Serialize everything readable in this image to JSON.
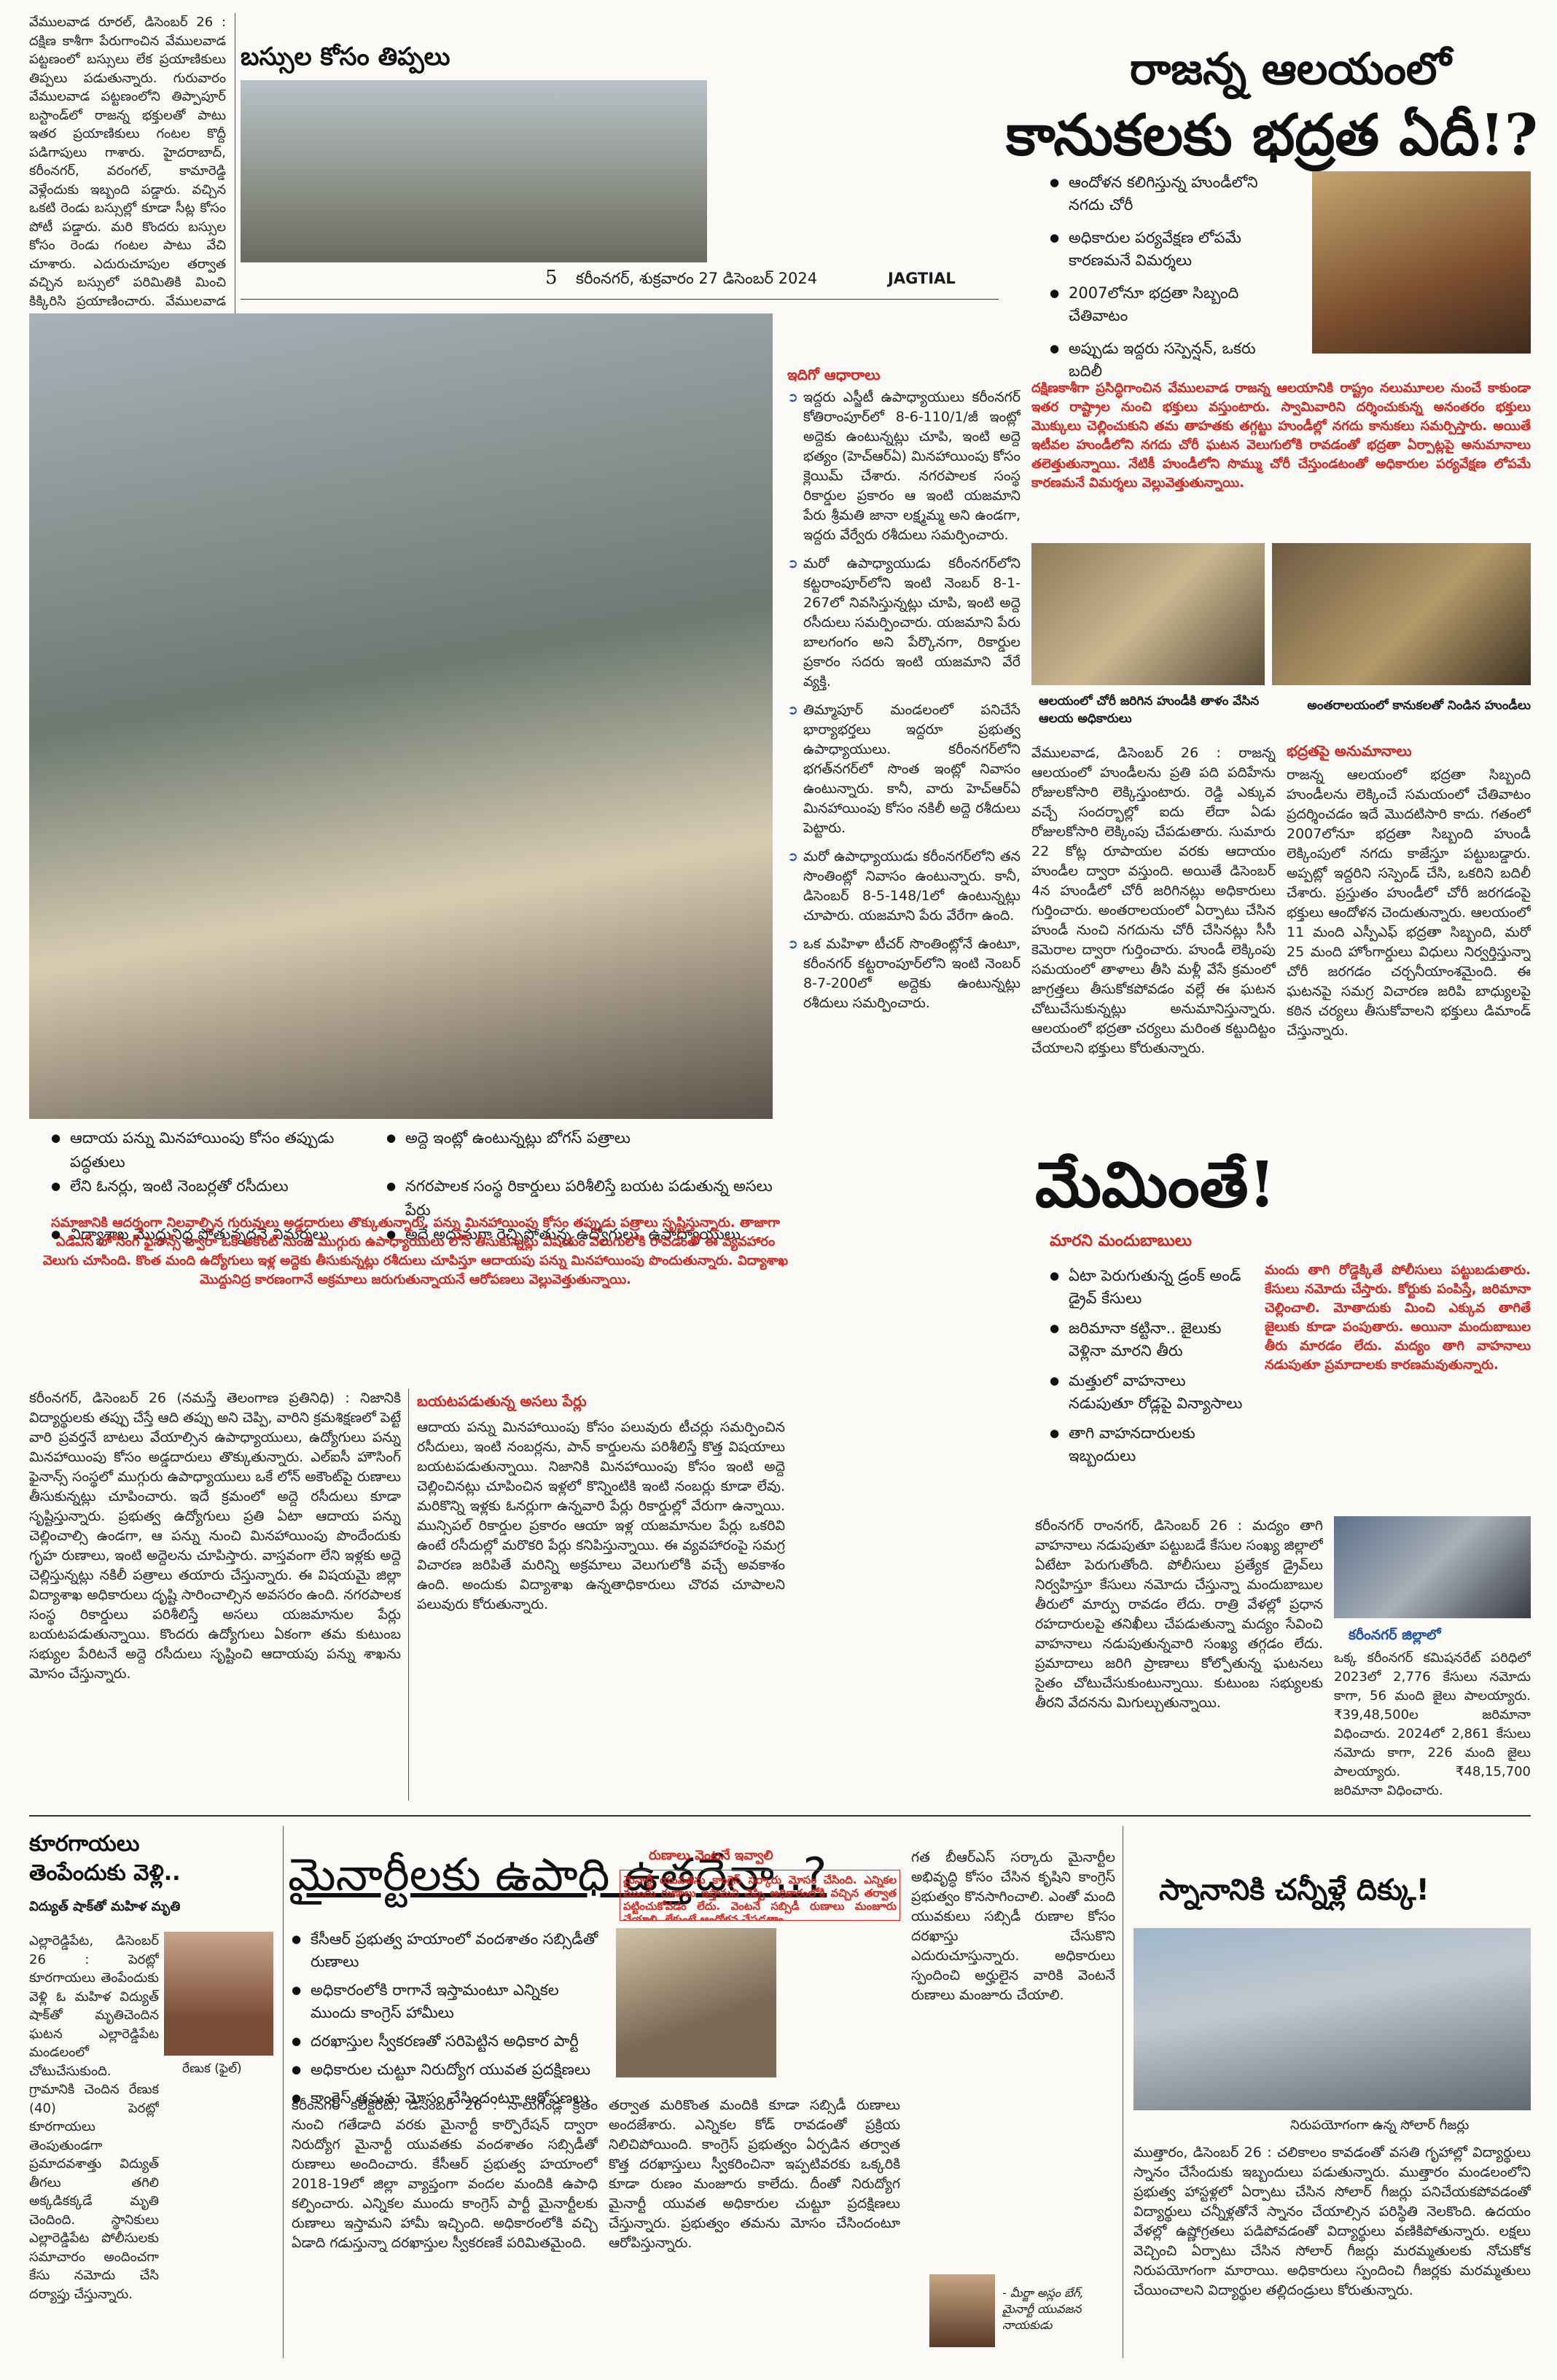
{
  "page_info": {
    "page_no": "5",
    "dateline": "కరీంనగర్, శుక్రవారం 27 డిసెంబర్ 2024",
    "edition": "JAGTIAL"
  },
  "bus_story": {
    "title": "బస్సుల కోసం తిప్పలు",
    "body": "వేములవాడ రూరల్, డిసెంబర్ 26 : దక్షిణ కాశీగా పేరుగాంచిన వేములవాడ పట్టణంలో బస్సులు లేక ప్రయాణికులు తిప్పలు పడుతున్నారు. గురువారం వేములవాడ పట్టణంలోని తిప్పాపూర్ బస్టాండ్‌లో రాజన్న భక్తులతో పాటు ఇతర ప్రయాణికులు గంటల కొద్దీ పడిగాపులు గాశారు. హైదరాబాద్, కరీంనగర్, వరంగల్, కామారెడ్డి వెళ్లేందుకు ఇబ్బంది పడ్డారు. వచ్చిన ఒకటి రెండు బస్సుల్లో కూడా సీట్ల కోసం పోటీ పడ్డారు. మరి కొందరు బస్సుల కోసం రెండు గంటల పాటు వేచి చూశారు. ఎదురుచూపుల తర్వాత వచ్చిన బస్సులో పరిమితికి మించి కిక్కిరిసి ప్రయాణించారు. వేములవాడ రావాలన్నా, పోవాలన్నా ఇబ్బందిగా ఉందని ప్రయాణికులు వాపోయారు."
  },
  "temple_story": {
    "headline_line1": "రాజన్న ఆలయంలో",
    "headline_line2": "కానుకలకు భద్రత ఏదీ!?",
    "bullets": [
      "ఆందోళన కలిగిస్తున్న హుండీలోని నగదు చోరీ",
      "అధికారుల పర్యవేక్షణ లోపమే కారణమనే విమర్శలు",
      "2007లోనూ భద్రతా సిబ్బంది చేతివాటం",
      "అప్పుడు ఇద్దరు సస్పెన్షన్, ఒకరు బదిలీ"
    ],
    "intro": "దక్షిణకాశీగా ప్రసిద్ధిగాంచిన వేములవాడ రాజన్న ఆలయానికి రాష్ట్రం నలుమూలల నుంచే కాకుండా ఇతర రాష్ట్రాల నుంచి భక్తులు వస్తుంటారు. స్వామివారిని దర్శించుకున్న అనంతరం భక్తులు మొక్కులు చెల్లించుకుని తమ తాహతకు తగ్గట్టు హుండీల్లో నగదు కానుకలు సమర్పిస్తారు. అయితే ఇటీవల హుండీలోని నగదు చోరీ ఘటన వెలుగులోకి రావడంతో భద్రతా ఏర్పాట్లపై అనుమానాలు తలెత్తుతున్నాయి. నేటికీ హుండీలోని సొమ్ము చోరీ చేస్తుండటంతో అధికారుల పర్యవేక్షణ లోపమే కారణమనే విమర్శలు వెల్లువెత్తుతున్నాయి.",
    "caption_left": "ఆలయంలో చోరీ జరిగిన హుండీకి తాళం వేసిన ఆలయ అధికారులు",
    "caption_right": "అంతరాలయంలో కానుకలతో నిండిన హుండీలు",
    "body_left": "వేములవాడ, డిసెంబర్ 26 : రాజన్న ఆలయంలో హుండీలను ప్రతి పది పదిహేను రోజులకోసారి లెక్కిస్తుంటారు. రెడ్డి ఎక్కువ వచ్చే సందర్భాల్లో ఐదు లేదా ఏడు రోజులకోసారి లెక్కింపు చేపడుతారు. సుమారు 22 కోట్ల రూపాయల వరకు ఆదాయం హుండీల ద్వారా వస్తుంది. అయితే డిసెంబర్ 4న హుండీలో చోరీ జరిగినట్లు అధికారులు గుర్తించారు. అంతరాలయంలో ఏర్పాటు చేసిన హుండీ నుంచి నగదును చోరీ చేసినట్లు సీసీ కెమెరాల ద్వారా గుర్తించారు. హుండీ లెక్కింపు సమయంలో తాళాలు తీసి మళ్లీ వేసే క్రమంలో జాగ్రత్తలు తీసుకోకపోవడం వల్లే ఈ ఘటన చోటుచేసుకున్నట్లు అనుమానిస్తున్నారు. ఆలయంలో భద్రతా చర్యలు మరింత కట్టుదిట్టం చేయాలని భక్తులు కోరుతున్నారు.",
    "subhead_right": "భద్రతపై అనుమానాలు",
    "body_right": "రాజన్న ఆలయంలో భద్రతా సిబ్బంది హుండీలను లెక్కించే సమయంలో చేతివాటం ప్రదర్శించడం ఇదే మొదటిసారి కాదు. గతంలో 2007లోనూ భద్రతా సిబ్బంది హుండీ లెక్కింపులో నగదు కాజేస్తూ పట్టుబడ్డారు. అప్పట్లో ఇద్దరిని సస్పెండ్ చేసి, ఒకరిని బదిలీ చేశారు. ప్రస్తుతం హుండీలో చోరీ జరగడంపై భక్తులు ఆందోళన చెందుతున్నారు. ఆలయంలో 11 మంది ఎస్పీఎఫ్ భద్రతా సిబ్బంది, మరో 25 మంది హోంగార్డులు విధులు నిర్వర్తిస్తున్నా చోరీ జరగడం చర్చనీయాంశమైంది. ఈ ఘటనపై సమగ్ర విచారణ జరిపి బాధ్యులపై కఠిన చర్యలు తీసుకోవాలని భక్తులు డిమాండ్ చేస్తున్నారు."
  },
  "tax_story": {
    "bullets": [
      "ఆదాయ పన్ను మినహాయింపు కోసం తప్పుడు పద్ధతులు",
      "అద్దె ఇంట్లో ఉంటున్నట్లు బోగస్ పత్రాలు",
      "లేని ఓనర్లు, ఇంటి నెంబర్లతో రసీదులు",
      "నగరపాలక సంస్థ రికార్డులు పరిశీలిస్తే బయట పడుతున్న అసలు పేర్లు",
      "విద్యాశాఖ మొద్దునిద్ర పోతున్నదనే విమర్శలు",
      "అదే అదునుగా రెచ్చిపోతున్న ఉద్యోగులు, ఉపాధ్యాయులు"
    ],
    "intro": "సమాజానికి ఆదర్శంగా నిలవాల్సిన గురువులు అడ్డదారులు తొక్కుతున్నారు. పన్ను మినహాయింపు కోసం తప్పుడు పత్రాలు సృష్టిస్తున్నారు. తాజాగా ఎడిఎస్ హోసింగ్ ఫైనాన్స్ ద్వారా ఒకే అకౌంట్ నుంచి ముగ్గురు ఉపాధ్యాయులు లోన్ తీసుకున్నట్లు విషయం వెలుగులోకి రావడంతో ఈ వ్యవహారం వెలుగు చూసింది. కొంత మంది ఉద్యోగులు ఇళ్ల అద్దెకు తీసుకున్నట్లు రశీదులు చూపిస్తూ ఆదాయపు పన్ను మినహాయింపు పొందుతున్నారు. విద్యాశాఖ మొద్దునిద్ర కారణంగానే అక్రమాలు జరుగుతున్నాయనే ఆరోపణలు వెల్లువెత్తుతున్నాయి.",
    "body_col1": "కరీంనగర్, డిసెంబర్ 26 (నమస్తే తెలంగాణ ప్రతినిధి) : నిజానికి విద్యార్థులకు తప్పు చేస్తే ఆది తప్పు అని చెప్పి, వారిని క్రమశిక్షణలో పెట్టే వారి ప్రవర్తనే బాటలు వేయాల్సిన ఉపాధ్యాయులు, ఉద్యోగులు పన్ను మినహాయింపు కోసం అడ్డదారులు తొక్కుతున్నారు. ఎల్ఐసీ హౌసింగ్ ఫైనాన్స్ సంస్థలో ముగ్గురు ఉపాధ్యాయులు ఒకే లోన్ అకౌంట్‌పై రుణాలు తీసుకున్నట్లు చూపించారు. ఇదే క్రమంలో అద్దె రసీదులు కూడా సృష్టిస్తున్నారు. ప్రభుత్వ ఉద్యోగులు ప్రతి ఏటా ఆదాయ పన్ను చెల్లించాల్సి ఉండగా, ఆ పన్ను నుంచి మినహాయింపు పొందేందుకు గృహ రుణాలు, ఇంటి అద్దెలను చూపిస్తారు. వాస్తవంగా లేని ఇళ్లకు అద్దె చెల్లిస్తున్నట్లు నకిలీ పత్రాలు తయారు చేస్తున్నారు. ఈ విషయమై జిల్లా విద్యాశాఖ అధికారులు దృష్టి సారించాల్సిన అవసరం ఉంది. నగరపాలక సంస్థ రికార్డులు పరిశీలిస్తే అసలు యజమానుల పేర్లు బయటపడుతున్నాయి. కొందరు ఉద్యోగులు ఏకంగా తమ కుటుంబ సభ్యుల పేరిటనే అద్దె రసీదులు సృష్టించి ఆదాయపు పన్ను శాఖను మోసం చేస్తున్నారు.",
    "subhead": "బయటపడుతున్న అసలు పేర్లు",
    "body_col2": "ఆదాయ పన్ను మినహాయింపు కోసం పలువురు టీచర్లు సమర్పించిన రసీదులు, ఇంటి నంబర్లను, పాన్ కార్డులను పరిశీలిస్తే కొత్త విషయాలు బయటపడుతున్నాయి. నిజానికి మినహాయింపు కోసం ఇంటి అద్దె చెల్లించినట్లు చూపించిన ఇళ్లలో కొన్నింటికి ఇంటి నంబర్లు కూడా లేవు. మరికొన్ని ఇళ్లకు ఓనర్లుగా ఉన్నవారి పేర్లు రికార్డుల్లో వేరుగా ఉన్నాయి. మున్సిపల్ రికార్డుల ప్రకారం ఆయా ఇళ్ల యజమానుల పేర్లు ఒకరివి ఉంటే రసీదుల్లో మరొకరి పేర్లు కనిపిస్తున్నాయి. ఈ వ్యవహారంపై సమగ్ర విచారణ జరిపితే మరిన్ని అక్రమాలు వెలుగులోకి వచ్చే అవకాశం ఉంది. అందుకు విద్యాశాఖ ఉన్నతాధికారులు చొరవ చూపాలని పలువురు కోరుతున్నారు."
  },
  "examples": {
    "title": "ఇదిగో ఆధారాలు",
    "items": [
      "ఇద్దరు ఎస్జీటీ ఉపాధ్యాయులు కరీంనగర్ కోతిరాంపూర్‌లో 8-6-110/1/జీ ఇంట్లో అద్దెకు ఉంటున్నట్లు చూపి, ఇంటి అద్దె భత్యం (హెచ్ఆర్ఏ) మినహాయింపు కోసం క్లెయిమ్ చేశారు. నగరపాలక సంస్థ రికార్డుల ప్రకారం ఆ ఇంటి యజమాని పేరు శ్రీమతి జానా లక్ష్మమ్మ అని ఉండగా, ఇద్దరు వేర్వేరు రశీదులు సమర్పించారు.",
      "మరో ఉపాధ్యాయుడు కరీంనగర్‌లోని కట్టరాంపూర్‌లోని ఇంటి నెంబర్ 8-1-267లో నివసిస్తున్నట్లు చూపి, ఇంటి అద్దె రసీదులు సమర్పించారు. యజమాని పేరు బాలగంగం అని పేర్కొనగా, రికార్డుల ప్రకారం సదరు ఇంటి యజమాని వేరే వ్యక్తి.",
      "తిమ్మాపూర్ మండలంలో పనిచేసే భార్యాభర్తలు ఇద్దరూ ప్రభుత్వ ఉపాధ్యాయులు. కరీంనగర్‌లోని భగత్‌నగర్‌లో సొంత ఇంట్లో నివాసం ఉంటున్నారు. కానీ, వారు హెచ్ఆర్ఏ మినహాయింపు కోసం నకిలీ అద్దె రశీదులు పెట్టారు.",
      "మరో ఉపాధ్యాయుడు కరీంనగర్‌లోని తన సొంతింట్లో నివాసం ఉంటున్నారు. కానీ, డిసెంబర్ 8-5-148/1లో ఉంటున్నట్లు చూపారు. యజమాని పేరు వేరేగా ఉంది.",
      "ఒక మహిళా టీచర్ సొంతింట్లోనే ఉంటూ, కరీంనగర్ కట్టరాంపూర్‌లోని ఇంటి నెంబర్ 8-7-200లో అద్దెకు ఉంటున్నట్లు రశీదులు సమర్పించారు."
    ]
  },
  "drunk_story": {
    "headline": "మేమింతే!",
    "kicker": "మారని మందుబాబులు",
    "bullets": [
      "ఏటా పెరుగుతున్న డ్రంక్ అండ్ డ్రైవ్ కేసులు",
      "జరిమానా కట్టినా.. జైలుకు వెళ్లినా మారని తీరు",
      "మత్తులో వాహనాలు నడుపుతూ రోడ్లపై విన్యాసాలు",
      "తాగి వాహనదారులకు ఇబ్బందులు"
    ],
    "intro": "మందు తాగి రోడ్డెక్కితే పోలీసులు పట్టుబడుతారు. కేసులు నమోదు చేస్తారు. కోర్టుకు పంపిస్తే, జరిమానా చెల్లించాలి. మోతాదుకు మించి ఎక్కువ తాగితే జైలుకు కూడా పంపుతారు. అయినా మందుబాబుల తీరు మారడం లేదు. మద్యం తాగి వాహనాలు నడుపుతూ ప్రమాదాలకు కారణమవుతున్నారు.",
    "body": "కరీంనగర్ రాంనగర్, డిసెంబర్ 26 : మద్యం తాగి వాహనాలు నడుపుతూ పట్టుబడే కేసుల సంఖ్య జిల్లాలో ఏటేటా పెరుగుతోంది. పోలీసులు ప్రత్యేక డ్రైవ్‌లు నిర్వహిస్తూ కేసులు నమోదు చేస్తున్నా మందుబాబుల తీరులో మార్పు రావడం లేదు. రాత్రి వేళల్లో ప్రధాన రహదారులపై తనిఖీలు చేపడుతున్నా మద్యం సేవించి వాహనాలు నడుపుతున్నవారి సంఖ్య తగ్గడం లేదు. ప్రమాదాలు జరిగి ప్రాణాలు కోల్పోతున్న ఘటనలు సైతం చోటుచేసుకుంటున్నాయి. కుటుంబ సభ్యులకు తీరని వేదనను మిగుల్చుతున్నాయి.",
    "sub_label": "కరీంనగర్ జిల్లాలో",
    "stats": "ఒక్క కరీంనగర్ కమిషనరేట్ పరిధిలో 2023లో 2,776 కేసులు నమోదు కాగా, 56 మంది జైలు పాలయ్యారు. ₹39,48,500ల జరిమానా విధించారు. 2024లో 2,861 కేసులు నమోదు కాగా, 226 మంది జైలు పాలయ్యారు. ₹48,15,700 జరిమానా విధించారు."
  },
  "veg_story": {
    "title": "కూరగాయలు తెంపేందుకు వెళ్లి..",
    "sub": "విద్యుత్ షాక్‌తో మహిళ మృతి",
    "photo_caption": "రేణుక (ఫైల్)",
    "body": "ఎల్లారెడ్డిపేట, డిసెంబర్ 26 : పెరట్లో కూరగాయలు తెంపేందుకు వెళ్లి ఓ మహిళ విద్యుత్ షాక్‌తో మృతిచెందిన ఘటన ఎల్లారెడ్డిపేట మండలంలో చోటుచేసుకుంది. గ్రామానికి చెందిన రేణుక (40) పెరట్లో కూరగాయలు తెంపుతుండగా ప్రమాదవశాత్తు విద్యుత్ తీగలు తగిలి అక్కడికక్కడే మృతి చెందింది. స్థానికులు ఎల్లారెడ్డిపేట పోలీసులకు సమాచారం అందించగా కేసు నమోదు చేసి దర్యాప్తు చేస్తున్నారు."
  },
  "minority_story": {
    "headline": "మైనార్టీలకు ఉపాధి ఉత్తదేనా..?",
    "bullets": [
      "కేసీఆర్ ప్రభుత్వ హయాంలో వందశాతం సబ్సిడీతో రుణాలు",
      "అధికారంలోకి రాగానే ఇస్తామంటూ ఎన్నికల ముందు కాంగ్రెస్ హామీలు",
      "దరఖాస్తుల స్వీకరణతో సరిపెట్టిన అధికార పార్టీ",
      "అధికారుల చుట్టూ నిరుద్యోగ యువత ప్రదక్షిణలు",
      "కాంగ్రెస్ తమను మోసం చేసిందంటూ ఆరోపణలు"
    ],
    "box_title": "రుణాలు వెంటనే ఇవ్వాలి",
    "box_quote": "మైనార్టీ యువతను కాంగ్రెస్ సర్కారు మోసం చేసింది. ఎన్నికల ముందు రుణాలు ఇస్తామని చెప్పి అధికారంలోకి వచ్చిన తర్వాత పట్టించుకోవడం లేదు. వెంటనే సబ్సిడీ రుణాలు మంజూరు చేయాలి. లేకుంటే ఆందోళన చేపడతాం.",
    "box_body": "గత బీఆర్ఎస్ సర్కారు మైనార్టీల అభివృద్ధి కోసం చేసిన కృషిని కాంగ్రెస్ ప్రభుత్వం కొనసాగించాలి. ఎంతో మంది యువకులు సబ్సిడీ రుణాల కోసం దరఖాస్తు చేసుకొని ఎదురుచూస్తున్నారు. అధికారులు స్పందించి అర్హులైన వారికి వెంటనే రుణాలు మంజూరు చేయాలి.",
    "box_signature": "- మీర్జా అస్లం బేగ్, మైనార్టీ యువజన నాయకుడు",
    "body_col1": "కరీంనగర్ కలెక్టరేట్, డిసెంబర్ 26 : నాలుగేండ్ల క్రితం నుంచి గతేడాది వరకు మైనార్టీ కార్పొరేషన్ ద్వారా నిరుద్యోగ మైనార్టీ యువతకు వందశాతం సబ్సిడీతో రుణాలు అందించారు. కేసీఆర్ ప్రభుత్వ హయాంలో 2018-19లో జిల్లా వ్యాప్తంగా వందల మందికి ఉపాధి కల్పించారు. ఎన్నికల ముందు కాంగ్రెస్ పార్టీ మైనార్టీలకు రుణాలు ఇస్తామని హామీ ఇచ్చింది. అధికారంలోకి వచ్చి ఏడాది గడుస్తున్నా దరఖాస్తుల స్వీకరణకే పరిమితమైంది.",
    "body_col2": "తర్వాత మరికొంత మందికి కూడా సబ్సిడీ రుణాలు అందజేశారు. ఎన్నికల కోడ్ రావడంతో ప్రక్రియ నిలిచిపోయింది. కాంగ్రెస్ ప్రభుత్వం ఏర్పడిన తర్వాత కొత్త దరఖాస్తులు స్వీకరించినా ఇప్పటివరకు ఒక్కరికి కూడా రుణం మంజూరు కాలేదు. దీంతో నిరుద్యోగ మైనార్టీ యువత అధికారుల చుట్టూ ప్రదక్షిణలు చేస్తున్నారు. ప్రభుత్వం తమను మోసం చేసిందంటూ ఆరోపిస్తున్నారు."
  },
  "solar_story": {
    "headline": "స్నానానికి చన్నీళ్లే దిక్కు!",
    "caption": "నిరుపయోగంగా ఉన్న సోలార్ గీజర్లు",
    "body": "ముత్తారం, డిసెంబర్ 26 : చలికాలం కావడంతో వసతి గృహాల్లో విద్యార్థులు స్నానం చేసేందుకు ఇబ్బందులు పడుతున్నారు. ముత్తారం మండలంలోని ప్రభుత్వ హాస్టళ్లలో ఏర్పాటు చేసిన సోలార్ గీజర్లు పనిచేయకపోవడంతో విద్యార్థులు చన్నీళ్లతోనే స్నానం చేయాల్సిన పరిస్థితి నెలకొంది. ఉదయం వేళల్లో ఉష్ణోగ్రతలు పడిపోవడంతో విద్యార్థులు వణికిపోతున్నారు. లక్షలు వెచ్చించి ఏర్పాటు చేసిన సోలార్ గీజర్లు మరమ్మతులకు నోచుకోక నిరుపయోగంగా మారాయి. అధికారులు స్పందించి గీజర్లకు మరమ్మతులు చేయించాలని విద్యార్థుల తల్లిదండ్రులు కోరుతున్నారు."
  }
}
